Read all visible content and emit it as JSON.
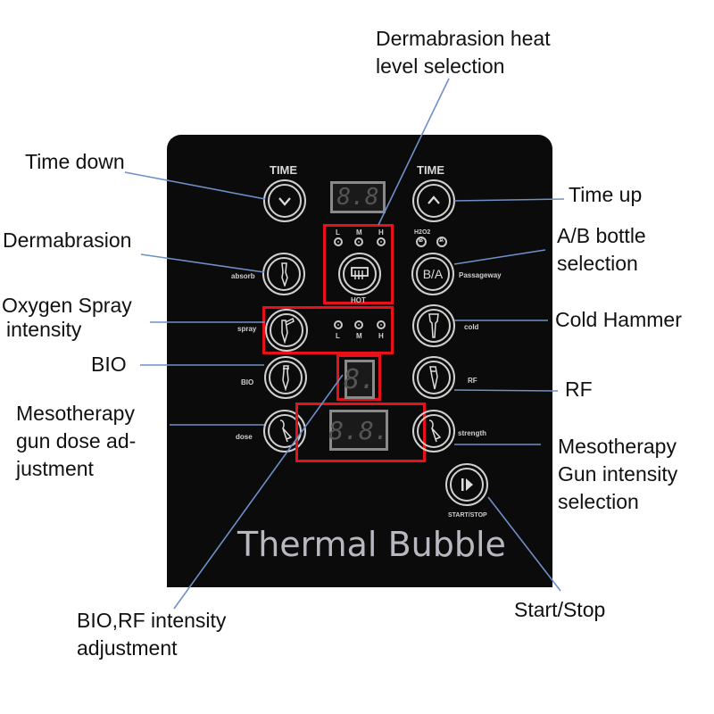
{
  "callouts": {
    "dermabrasion_heat": [
      "Dermabrasion heat",
      "level selection"
    ],
    "time_down": "Time down",
    "dermabrasion": "Dermabrasion",
    "oxygen_spray": [
      "Oxygen Spray",
      "intensity"
    ],
    "bio": "BIO",
    "mesotherapy_dose": [
      "Mesotherapy",
      "gun dose ad-",
      "justment"
    ],
    "bio_rf_intensity": [
      "BIO,RF intensity",
      "adjustment"
    ],
    "time_up": "Time up",
    "ab_bottle": [
      "A/B bottle",
      "selection"
    ],
    "cold_hammer": "Cold Hammer",
    "rf": "RF",
    "mesotherapy_intensity": [
      "Mesotherapy",
      "Gun intensity",
      "selection"
    ],
    "start_stop": "Start/Stop"
  },
  "panel": {
    "brand": "Thermal Bubble",
    "time_left_label": "TIME",
    "time_right_label": "TIME",
    "time_display": "8.8",
    "heat_levels": [
      "L",
      "M",
      "H"
    ],
    "hot_label": "HOT",
    "bottle_labels": {
      "h2o2": "H2O2",
      "b": "B",
      "a": "A"
    },
    "ba_button": "B/A",
    "passageway": "Passageway",
    "absorb": "absorb",
    "spray": "spray",
    "spray_levels": [
      "L",
      "M",
      "H"
    ],
    "cold": "cold",
    "bio": "BIO",
    "bio_display": "8.",
    "rf": "RF",
    "dose": "dose",
    "dose_display": "8.8.",
    "strength": "strength",
    "start_stop": "START/STOP"
  },
  "colors": {
    "panel": "#0b0b0b",
    "highlight_box": "#e8111a",
    "leader_line": "#6f8fc8",
    "panel_text": "#d0d0d0"
  }
}
